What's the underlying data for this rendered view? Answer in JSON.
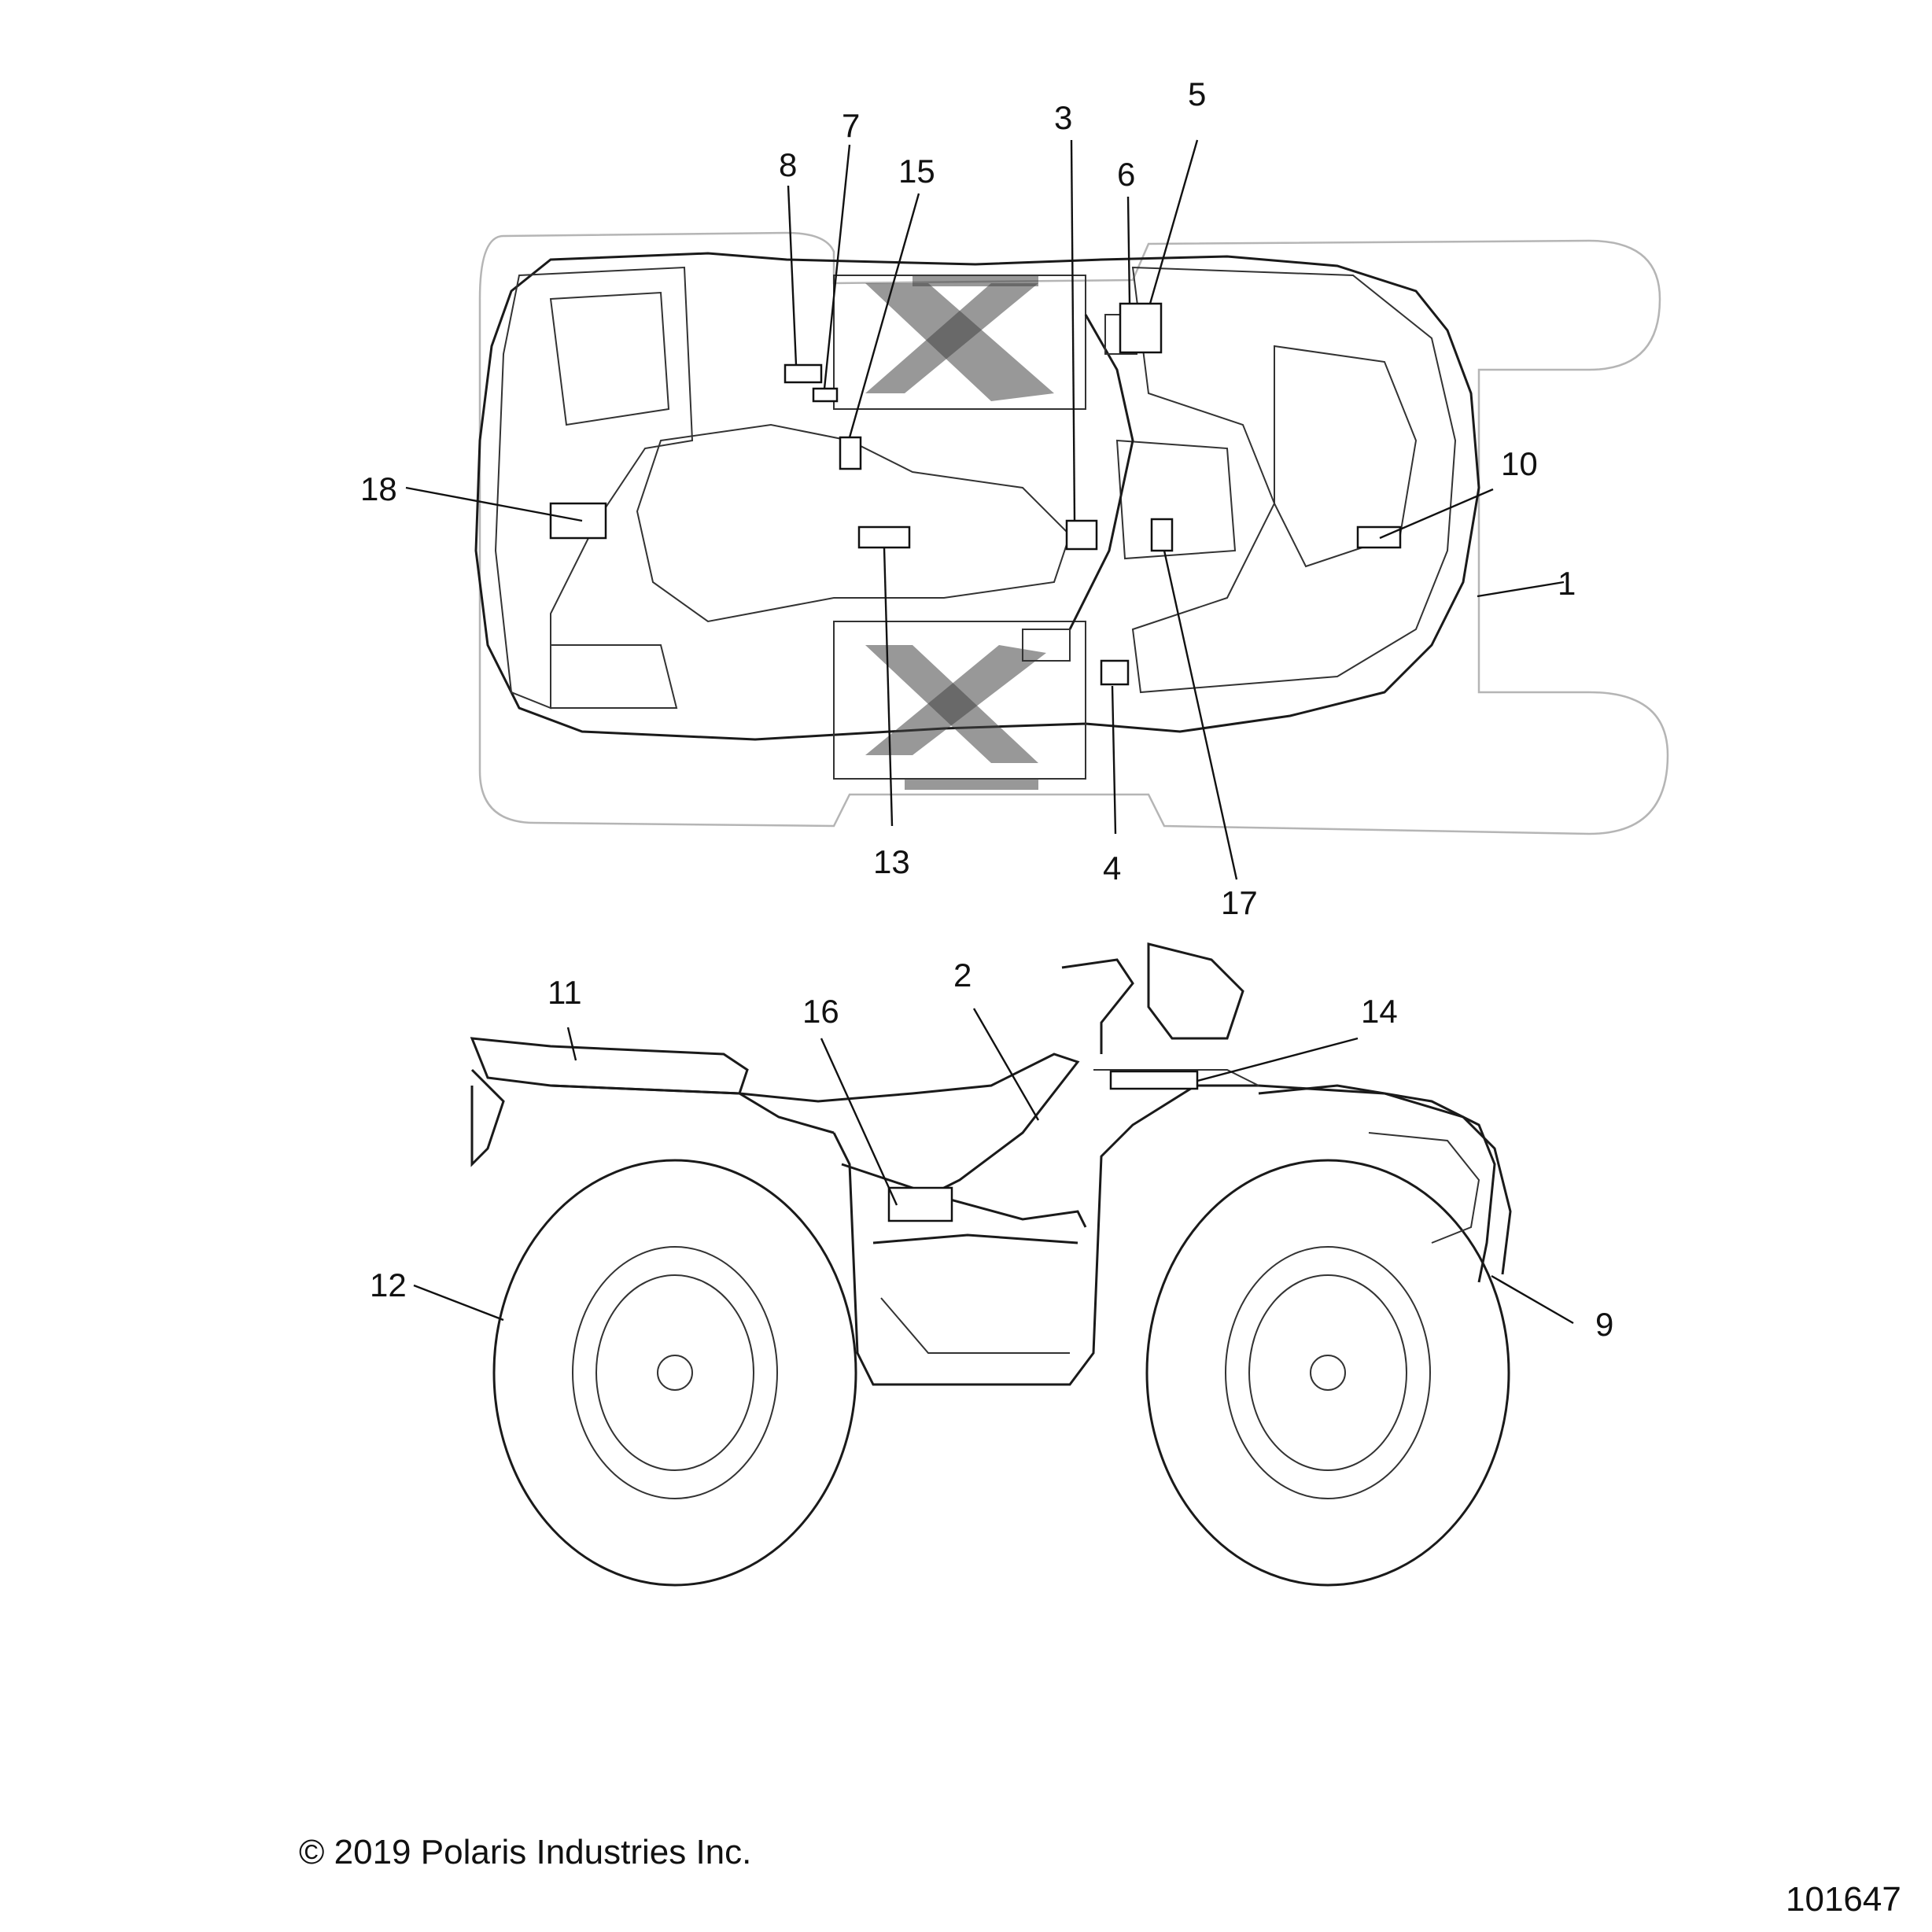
{
  "callouts": [
    {
      "id": "1",
      "label": "1"
    },
    {
      "id": "2",
      "label": "2"
    },
    {
      "id": "3",
      "label": "3"
    },
    {
      "id": "4",
      "label": "4"
    },
    {
      "id": "5",
      "label": "5"
    },
    {
      "id": "6",
      "label": "6"
    },
    {
      "id": "7",
      "label": "7"
    },
    {
      "id": "8",
      "label": "8"
    },
    {
      "id": "9",
      "label": "9"
    },
    {
      "id": "10",
      "label": "10"
    },
    {
      "id": "11",
      "label": "11"
    },
    {
      "id": "12",
      "label": "12"
    },
    {
      "id": "13",
      "label": "13"
    },
    {
      "id": "14",
      "label": "14"
    },
    {
      "id": "15",
      "label": "15"
    },
    {
      "id": "16",
      "label": "16"
    },
    {
      "id": "17",
      "label": "17"
    },
    {
      "id": "18",
      "label": "18"
    }
  ],
  "footer": {
    "copyright": "© 2019 Polaris Industries Inc.",
    "figure_number": "101647"
  }
}
